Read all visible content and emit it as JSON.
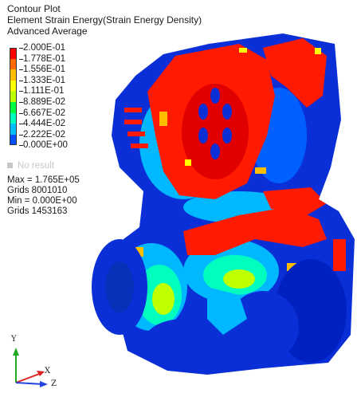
{
  "header": {
    "title": "Contour Plot",
    "result_type": "Element Strain Energy(Strain Energy Density)",
    "averaging": "Advanced Average"
  },
  "legend": {
    "levels": [
      {
        "label": "2.000E-01",
        "color": "#ff0000"
      },
      {
        "label": "1.778E-01",
        "color": "#ff6a00"
      },
      {
        "label": "1.556E-01",
        "color": "#ffbf00"
      },
      {
        "label": "1.333E-01",
        "color": "#ffff00"
      },
      {
        "label": "1.111E-01",
        "color": "#bfff00"
      },
      {
        "label": "8.889E-02",
        "color": "#00ff40"
      },
      {
        "label": "6.667E-02",
        "color": "#00ffbf"
      },
      {
        "label": "4.444E-02",
        "color": "#00bfff"
      },
      {
        "label": "2.222E-02",
        "color": "#0050ff"
      },
      {
        "label": "0.000E+00",
        "color": "#0000c0"
      }
    ],
    "no_result_label": "No result",
    "no_result_color": "#c8c8c8"
  },
  "stats": {
    "max": "Max = 1.765E+05",
    "max_grid": "Grids 8001010",
    "min": "Min = 0.000E+00",
    "min_grid": "Grids 1453163"
  },
  "triad": {
    "y_label": "Y",
    "x_label": "X",
    "z_label": "Z",
    "y_color": "#22aa22",
    "x_color": "#dd2222",
    "z_color": "#2244dd"
  }
}
